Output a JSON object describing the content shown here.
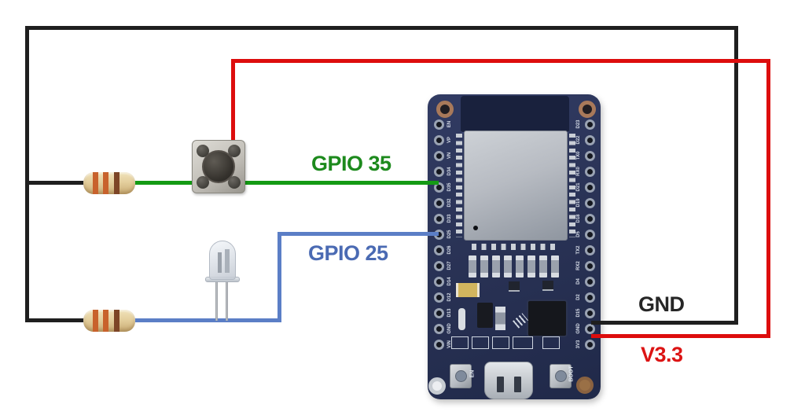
{
  "wire_labels": {
    "gpio35": {
      "text": "GPIO 35",
      "color": "#1d8a1d"
    },
    "gpio25": {
      "text": "GPIO 25",
      "color": "#4a6ab3"
    },
    "gnd": {
      "text": "GND",
      "color": "#262626"
    },
    "v33": {
      "text": "V3.3",
      "color": "#dc1414"
    }
  },
  "wire_colors": {
    "power_3v3": "#dd0d0d",
    "ground": "#1f1f1f",
    "gpio35_signal": "#149a14",
    "gpio25_signal": "#5b7ec6"
  },
  "board": {
    "en_button_label": "EN",
    "boot_button_label": "BOOT",
    "left_pins": [
      "EN",
      "VP",
      "VN",
      "D34",
      "D35",
      "D32",
      "D33",
      "D25",
      "D26",
      "D27",
      "D14",
      "D12",
      "D13",
      "GND",
      "VIN"
    ],
    "right_pins": [
      "D23",
      "D22",
      "TX0",
      "RX0",
      "D21",
      "D19",
      "D18",
      "D5",
      "TX2",
      "RX2",
      "D4",
      "D2",
      "D15",
      "GND",
      "3V3"
    ]
  }
}
